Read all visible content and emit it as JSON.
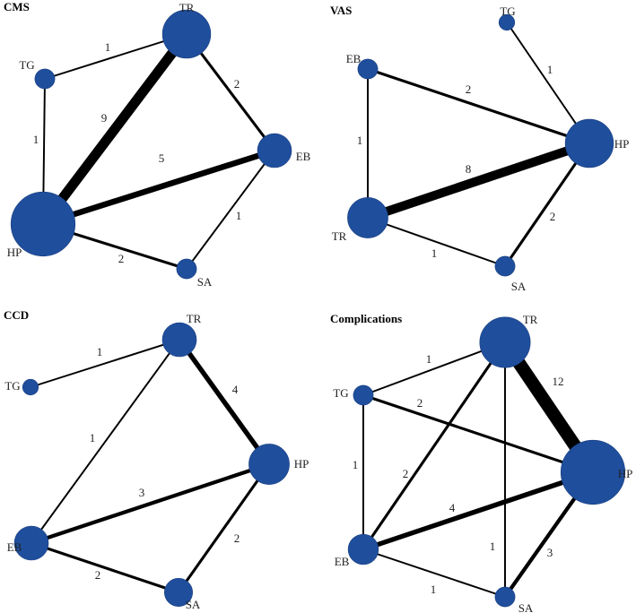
{
  "colors": {
    "node": "#1f4e9c",
    "edge": "#000000",
    "text": "#222222"
  },
  "panels": [
    {
      "title": "CMS",
      "nodes": [
        {
          "id": "TR",
          "label": "TR",
          "size": 9
        },
        {
          "id": "TG",
          "label": "TG",
          "size": 1
        },
        {
          "id": "EB",
          "label": "EB",
          "size": 4
        },
        {
          "id": "HP",
          "label": "HP",
          "size": 17
        },
        {
          "id": "SA",
          "label": "SA",
          "size": 1
        }
      ],
      "edges": [
        {
          "from": "TG",
          "to": "TR",
          "label": "1"
        },
        {
          "from": "TR",
          "to": "EB",
          "label": "2"
        },
        {
          "from": "TR",
          "to": "HP",
          "label": "9"
        },
        {
          "from": "TG",
          "to": "HP",
          "label": "1"
        },
        {
          "from": "HP",
          "to": "EB",
          "label": "5"
        },
        {
          "from": "EB",
          "to": "SA",
          "label": "1"
        },
        {
          "from": "HP",
          "to": "SA",
          "label": "2"
        }
      ]
    },
    {
      "title": "VAS",
      "nodes": [
        {
          "id": "TG",
          "label": "TG",
          "size": 0.5
        },
        {
          "id": "EB",
          "label": "EB",
          "size": 1
        },
        {
          "id": "HP",
          "label": "HP",
          "size": 9
        },
        {
          "id": "TR",
          "label": "TR",
          "size": 6
        },
        {
          "id": "SA",
          "label": "SA",
          "size": 1
        }
      ],
      "edges": [
        {
          "from": "TG",
          "to": "HP",
          "label": "1"
        },
        {
          "from": "EB",
          "to": "HP",
          "label": "2"
        },
        {
          "from": "EB",
          "to": "TR",
          "label": "1"
        },
        {
          "from": "TR",
          "to": "HP",
          "label": "8"
        },
        {
          "from": "TR",
          "to": "SA",
          "label": "1"
        },
        {
          "from": "SA",
          "to": "HP",
          "label": "2"
        }
      ]
    },
    {
      "title": "CCD",
      "nodes": [
        {
          "id": "TR",
          "label": "TR",
          "size": 4
        },
        {
          "id": "TG",
          "label": "TG",
          "size": 0.5
        },
        {
          "id": "HP",
          "label": "HP",
          "size": 6
        },
        {
          "id": "EB",
          "label": "EB",
          "size": 4
        },
        {
          "id": "SA",
          "label": "SA",
          "size": 2.5
        }
      ],
      "edges": [
        {
          "from": "TG",
          "to": "TR",
          "label": "1"
        },
        {
          "from": "TR",
          "to": "HP",
          "label": "4"
        },
        {
          "from": "TR",
          "to": "EB",
          "label": "1"
        },
        {
          "from": "EB",
          "to": "HP",
          "label": "3"
        },
        {
          "from": "SA",
          "to": "HP",
          "label": "2"
        },
        {
          "from": "EB",
          "to": "SA",
          "label": "2"
        }
      ]
    },
    {
      "title": "Complications",
      "nodes": [
        {
          "id": "TR",
          "label": "TR",
          "size": 10
        },
        {
          "id": "TG",
          "label": "TG",
          "size": 1
        },
        {
          "id": "HP",
          "label": "HP",
          "size": 17
        },
        {
          "id": "EB",
          "label": "EB",
          "size": 3
        },
        {
          "id": "SA",
          "label": "SA",
          "size": 1
        }
      ],
      "edges": [
        {
          "from": "TG",
          "to": "TR",
          "label": "1"
        },
        {
          "from": "TR",
          "to": "HP",
          "label": "12"
        },
        {
          "from": "TG",
          "to": "HP",
          "label": "2"
        },
        {
          "from": "TG",
          "to": "EB",
          "label": "1"
        },
        {
          "from": "EB",
          "to": "TR",
          "label": "2"
        },
        {
          "from": "EB",
          "to": "HP",
          "label": "4"
        },
        {
          "from": "TR",
          "to": "SA",
          "label": "1"
        },
        {
          "from": "SA",
          "to": "HP",
          "label": "3"
        },
        {
          "from": "EB",
          "to": "SA",
          "label": "1"
        }
      ]
    }
  ]
}
